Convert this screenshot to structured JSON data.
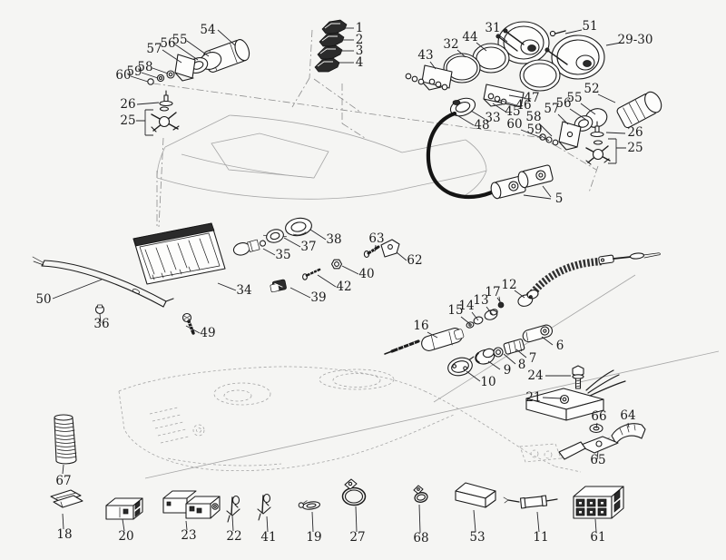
{
  "figure": {
    "type": "exploded-parts-diagram",
    "colors": {
      "paper": "#f5f5f3",
      "ink": "#1c1c1c",
      "body-line": "#a6a6a6",
      "fill": "#fdfdfc"
    }
  },
  "callouts": {
    "p1": "1",
    "p2": "2",
    "p3": "3",
    "p4": "4",
    "p5": "5",
    "p6": "6",
    "p7": "7",
    "p8": "8",
    "p9": "9",
    "p10": "10",
    "p11": "11",
    "p12": "12",
    "p13": "13",
    "p14": "14",
    "p15": "15",
    "p16": "16",
    "p17": "17",
    "p18": "18",
    "p19": "19",
    "p20": "20",
    "p21": "21",
    "p22": "22",
    "p23": "23",
    "p24": "24",
    "p25": "25",
    "p26": "26",
    "p27": "27",
    "p29_30": "29-30",
    "p31": "31",
    "p32": "32",
    "p33": "33",
    "p34": "34",
    "p35": "35",
    "p36": "36",
    "p37": "37",
    "p38": "38",
    "p39": "39",
    "p40": "40",
    "p41": "41",
    "p42": "42",
    "p43": "43",
    "p44": "44",
    "p45": "45",
    "p46": "46",
    "p47": "47",
    "p48": "48",
    "p49": "49",
    "p50": "50",
    "p51": "51",
    "p52": "52",
    "p53": "53",
    "p54": "54",
    "p55": "55",
    "p56": "56",
    "p57": "57",
    "p58": "58",
    "p59": "59",
    "p60": "60",
    "p61": "61",
    "p62": "62",
    "p63": "63",
    "p64": "64",
    "p65": "65",
    "p66": "66",
    "p67": "67",
    "p68": "68"
  }
}
